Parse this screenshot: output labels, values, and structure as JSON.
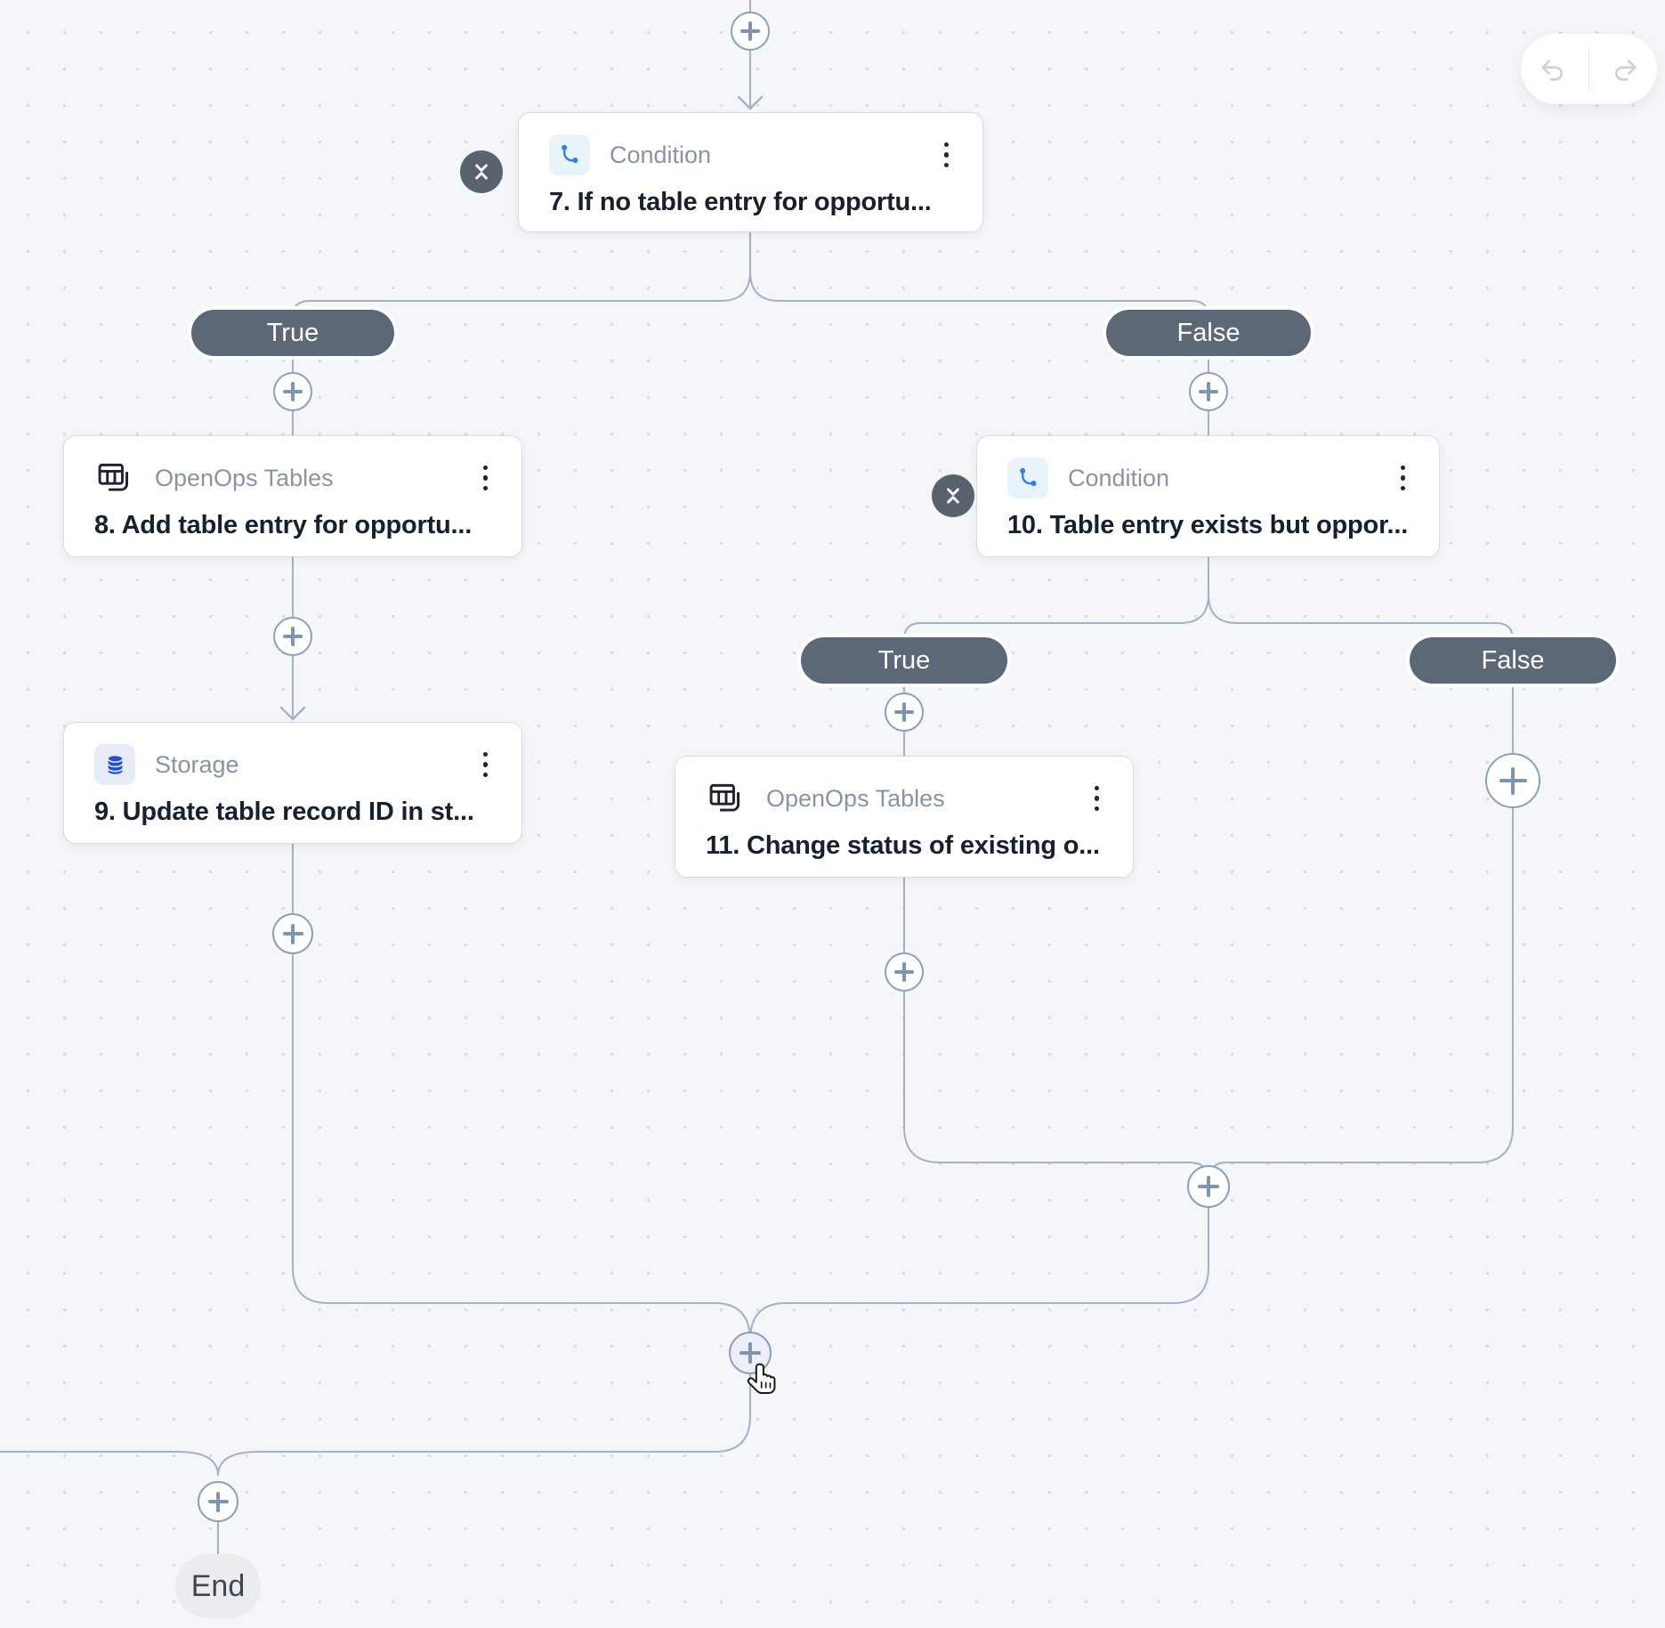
{
  "canvas": {
    "background": "#f5f6f9",
    "line_color": "#a3b2c6",
    "accent_blue": "#2f80ed",
    "storage_blue": "#1d4fd7",
    "badge_color": "#5d6876"
  },
  "toolbar": {
    "buttons": [
      {
        "icon": "undo-icon"
      },
      {
        "icon": "redo-icon"
      }
    ]
  },
  "branch_labels": {
    "true_label": "True",
    "false_label": "False"
  },
  "nodes": {
    "condition7": {
      "type_label": "Condition",
      "title": "7. If no table entry for opportu...",
      "icon": "branch-icon"
    },
    "tables8": {
      "type_label": "OpenOps Tables",
      "title": "8. Add table entry for opportu...",
      "icon": "tables-icon"
    },
    "storage9": {
      "type_label": "Storage",
      "title": "9. Update table record ID in st...",
      "icon": "storage-icon"
    },
    "condition10": {
      "type_label": "Condition",
      "title": "10. Table entry exists but oppor...",
      "icon": "branch-icon"
    },
    "tables11": {
      "type_label": "OpenOps Tables",
      "title": "11. Change status of existing o...",
      "icon": "tables-icon"
    }
  },
  "flow_end": {
    "label": "End"
  }
}
